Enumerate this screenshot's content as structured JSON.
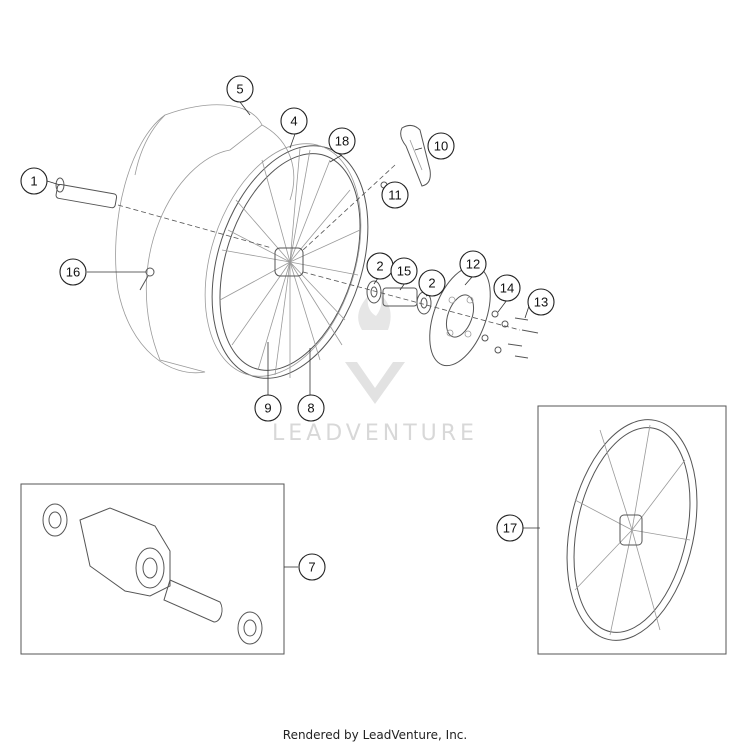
{
  "callouts": [
    "1",
    "2",
    "2",
    "4",
    "5",
    "7",
    "8",
    "9",
    "10",
    "11",
    "12",
    "13",
    "14",
    "15",
    "16",
    "17",
    "18"
  ],
  "watermark": {
    "brand": "LEADVENTURE"
  },
  "footer": {
    "credit": "Rendered by LeadVenture, Inc."
  },
  "colors": {
    "line": "#555555",
    "watermark": "#d8d8d8",
    "background": "#ffffff"
  }
}
